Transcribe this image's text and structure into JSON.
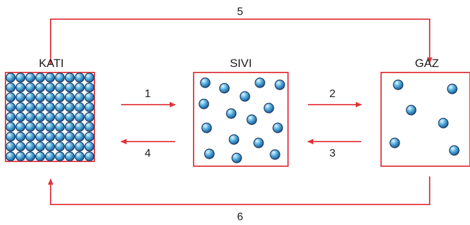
{
  "states": {
    "solid": "KATI",
    "liquid": "SIVI",
    "gas": "GAZ"
  },
  "transitions": {
    "t1": "1",
    "t2": "2",
    "t3": "3",
    "t4": "4",
    "t5": "5",
    "t6": "6"
  },
  "colors": {
    "arrow": "#e2333a",
    "box_border": "#e2333a",
    "particle_fill": "#4aa8d8",
    "particle_outline": "#1d3c66"
  }
}
